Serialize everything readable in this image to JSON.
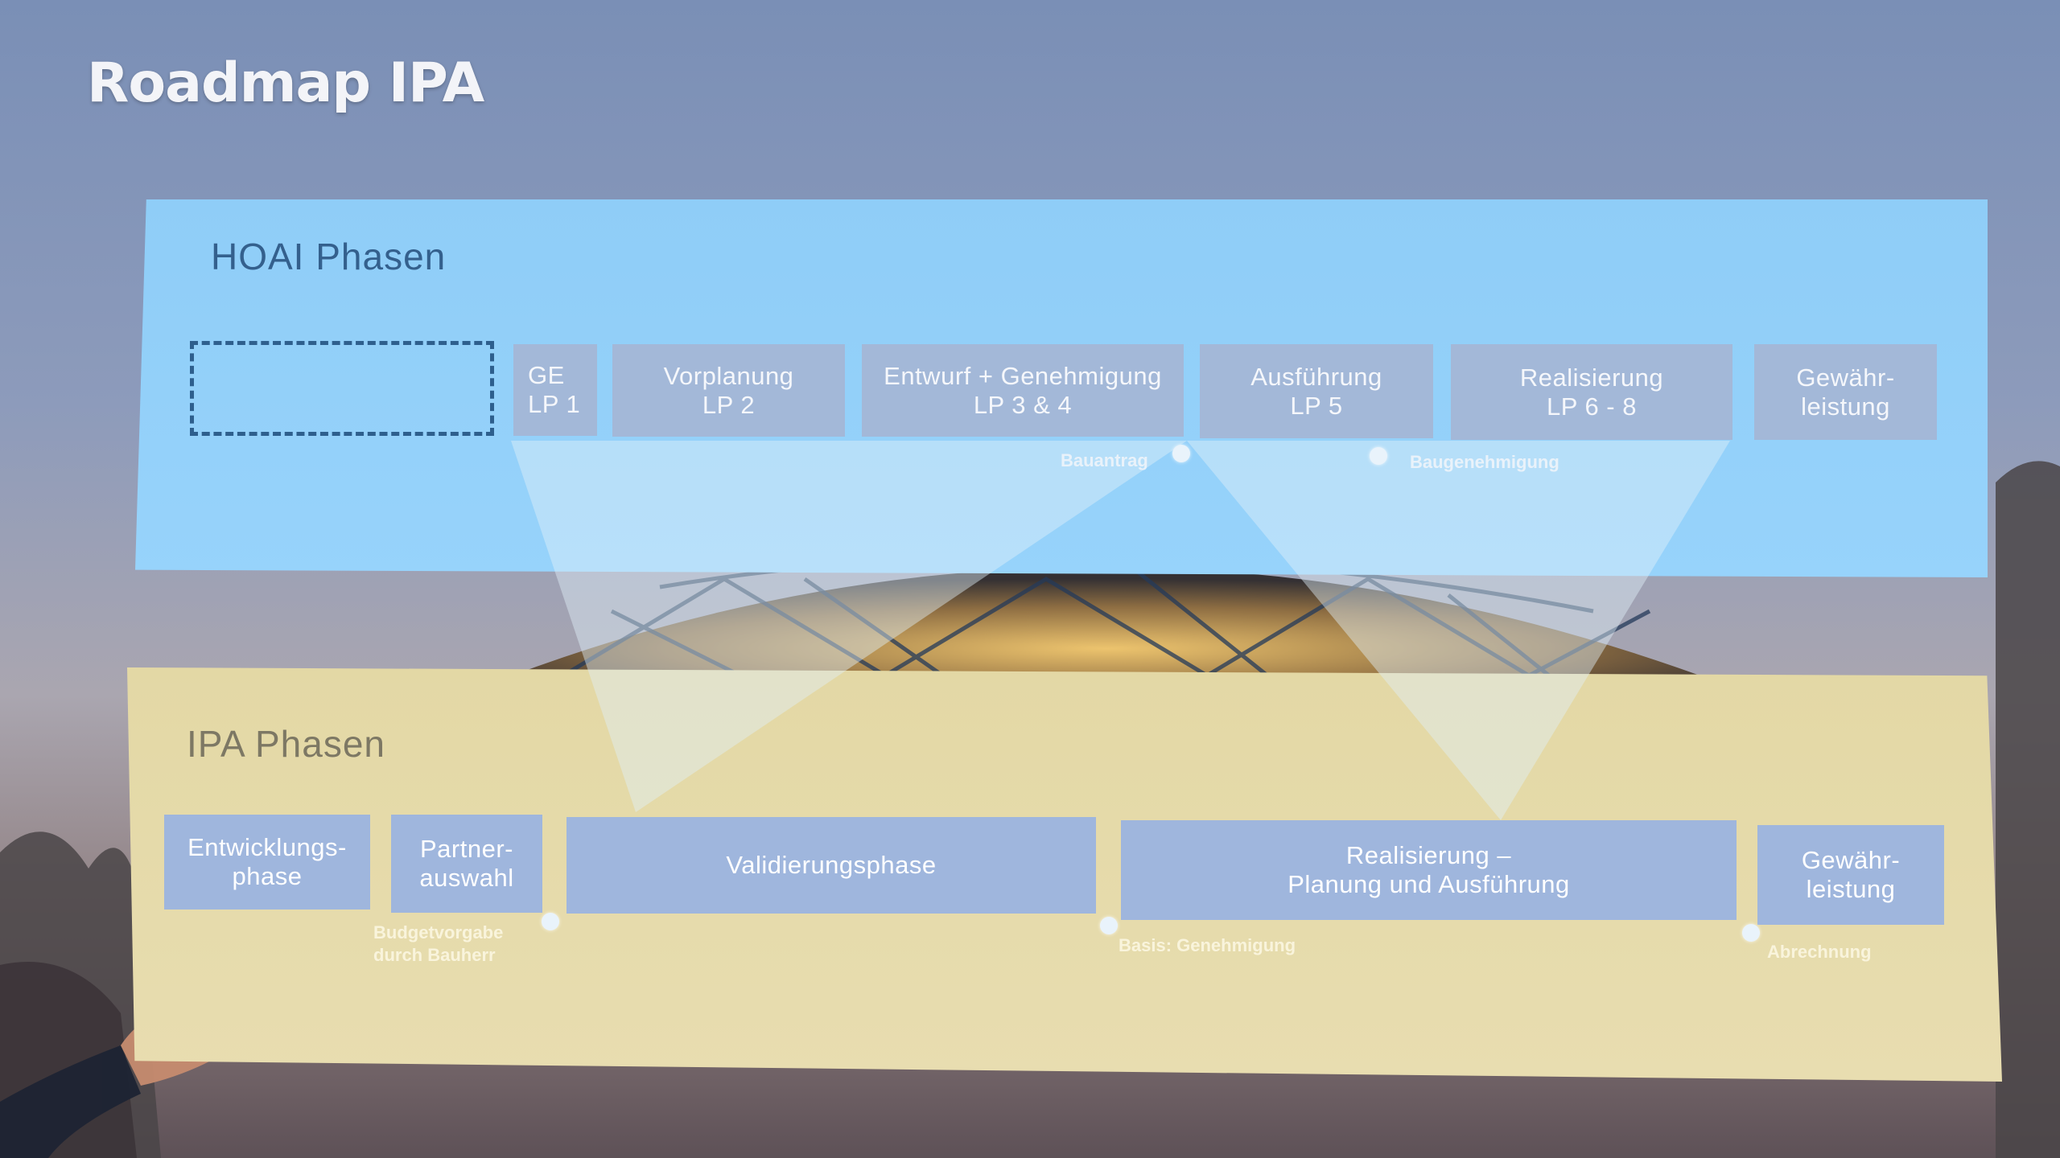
{
  "slide": {
    "title": "Roadmap IPA"
  },
  "hoai": {
    "title": "HOAI Phasen",
    "phases": [
      {
        "line1": "GE",
        "line2": "LP 1"
      },
      {
        "line1": "Vorplanung",
        "line2": "LP 2"
      },
      {
        "line1": "Entwurf + Genehmigung",
        "line2": "LP 3 & 4"
      },
      {
        "line1": "Ausführung",
        "line2": "LP 5"
      },
      {
        "line1": "Realisierung",
        "line2": "LP 6 - 8"
      },
      {
        "line1": "Gewähr-",
        "line2": "leistung"
      }
    ],
    "milestones": [
      {
        "label": "Bauantrag"
      },
      {
        "label": "Baugenehmigung"
      }
    ]
  },
  "ipa": {
    "title": "IPA Phasen",
    "phases": [
      {
        "line1": "Entwicklungs-",
        "line2": "phase"
      },
      {
        "line1": "Partner-",
        "line2": "auswahl"
      },
      {
        "line1": "Validierungsphase",
        "line2": ""
      },
      {
        "line1": "Realisierung –",
        "line2": "Planung und Ausführung"
      },
      {
        "line1": "Gewähr-",
        "line2": "leistung"
      }
    ],
    "milestones": [
      {
        "line1": "Budgetvorgabe",
        "line2": "durch Bauherr"
      },
      {
        "line1": "Basis: Genehmigung",
        "line2": ""
      },
      {
        "line1": "Abrechnung",
        "line2": ""
      }
    ]
  },
  "colors": {
    "hoai_panel": "#97d3fb",
    "ipa_panel": "#e8ddb0",
    "phase_box": "#9fb6dd",
    "hoai_title": "#34608d",
    "ipa_title": "#7d7864"
  }
}
